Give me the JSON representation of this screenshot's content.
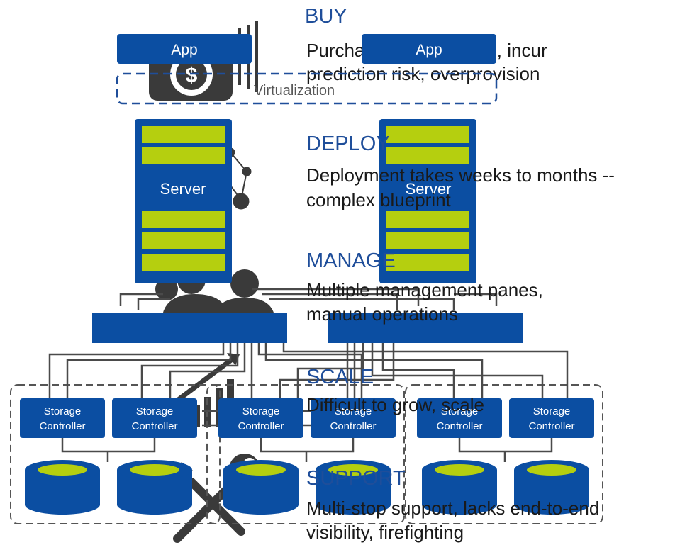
{
  "colors": {
    "primary_blue": "#0b4ea2",
    "accent_green": "#b5cf0f",
    "heading_blue": "#1f4e9a",
    "icon_dark": "#3a3a3a",
    "line_dark": "#4a4a4a",
    "dashed_gray": "#555555",
    "virt_border": "#1f4e9a"
  },
  "stages": [
    {
      "heading": "BUY",
      "lines": [
        "Purchase requirements, incur",
        "prediction risk, overprovision"
      ],
      "icon": "money-icon"
    },
    {
      "heading": "DEPLOY",
      "lines": [
        "Deployment takes weeks to months --",
        "complex blueprint"
      ],
      "icon": "network-icon"
    },
    {
      "heading": "MANAGE",
      "lines": [
        "Multiple management panes,",
        "manual operations"
      ],
      "icon": "people-icon"
    },
    {
      "heading": "SCALE",
      "lines": [
        "Difficult to grow, scale"
      ],
      "icon": "growth-chart-icon"
    },
    {
      "heading": "SUPPORT",
      "lines": [
        "Multi-stop support, lacks end-to-end",
        "visibility, firefighting"
      ],
      "icon": "tools-icon"
    }
  ],
  "apps": [
    "App",
    "App"
  ],
  "virtualization_label": "Virtualization",
  "servers": [
    "Server",
    "Server"
  ],
  "storage_controllers": [
    [
      "Storage",
      "Controller"
    ],
    [
      "Storage",
      "Controller"
    ],
    [
      "Storage",
      "Controller"
    ],
    [
      "Storage",
      "Controller"
    ],
    [
      "Storage",
      "Controller"
    ],
    [
      "Storage",
      "Controller"
    ]
  ]
}
